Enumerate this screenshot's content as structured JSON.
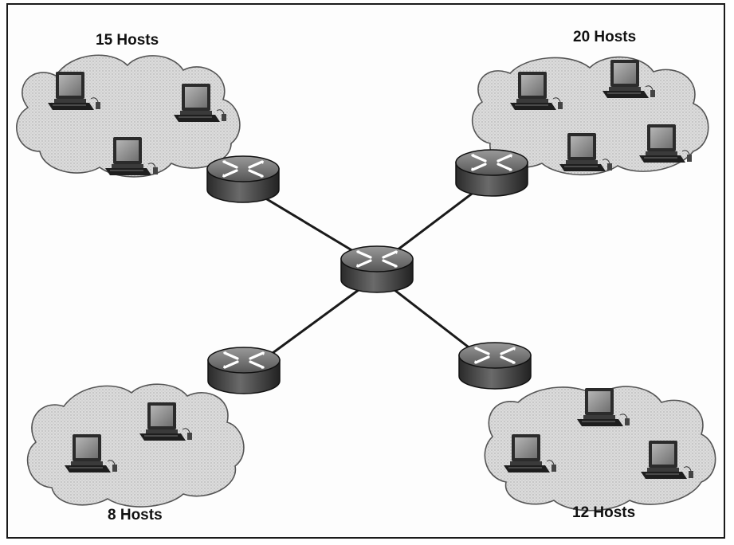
{
  "labels": {
    "top_left": "15 Hosts",
    "top_right": "20 Hosts",
    "bottom_left": "8 Hosts",
    "bottom_right": "12 Hosts"
  },
  "colors": {
    "cloud_fill": "#d9d9d9",
    "router_body": "#3d3d3d",
    "router_top": "#7a7a7a",
    "link": "#1a1a1a",
    "monitor_screen": "#9a9a9a"
  },
  "icons": [
    "cloud-icon",
    "router-icon",
    "pc-icon"
  ]
}
